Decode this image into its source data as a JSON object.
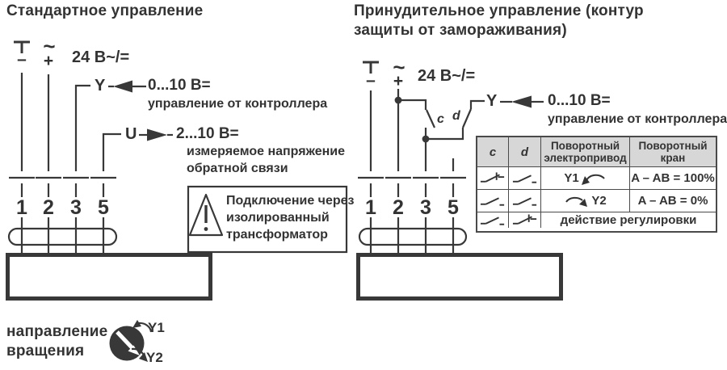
{
  "colors": {
    "line": "#383838",
    "text": "#333333",
    "table_header_bg": "#d7d7d7",
    "table_border": "#4a4a4a"
  },
  "left": {
    "title": "Стандартное управление",
    "ground_minus": "–",
    "tilde": "~",
    "plus": "+",
    "supply": "24 В~/=",
    "y_label": "Y",
    "y_signal": "0...10 В=",
    "y_caption": "управление от контроллера",
    "u_label": "U",
    "u_signal": "2...10 В=",
    "u_caption_line1": "измеряемое напряжение",
    "u_caption_line2": "обратной связи",
    "terminals": [
      "1",
      "2",
      "3",
      "5"
    ],
    "warning": {
      "line1": "Подключение через",
      "line2": "изолированный",
      "line3": "трансформатор"
    }
  },
  "right": {
    "title_line1": "Принудительное управление (контур",
    "title_line2": "защиты от замораживания)",
    "ground_minus": "–",
    "tilde": "~",
    "plus": "+",
    "supply": "24 В~/=",
    "switch_c": "c",
    "switch_d": "d",
    "y_label": "Y",
    "y_signal": "0...10 В=",
    "y_caption": "управление от контроллера",
    "terminals": [
      "1",
      "2",
      "3",
      "5"
    ],
    "table": {
      "header_c": "c",
      "header_d": "d",
      "header_actuator_line1": "Поворотный",
      "header_actuator_line2": "электропривод",
      "header_valve_line1": "Поворотный",
      "header_valve_line2": "кран",
      "row1": {
        "actuator": "Y1",
        "valve": "A – AB = 100%"
      },
      "row2": {
        "actuator": "Y2",
        "valve": "A – AB = 0%"
      },
      "row3": {
        "action": "действие регулировки"
      }
    }
  },
  "rotation": {
    "label_line1": "направление",
    "label_line2": "вращения",
    "y1": "Y1",
    "y2": "Y2"
  }
}
